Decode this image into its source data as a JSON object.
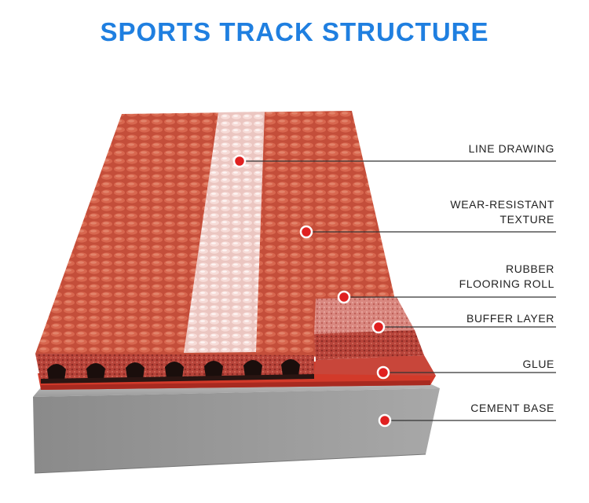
{
  "title": "SPORTS TRACK STRUCTURE",
  "labels": [
    {
      "lines": [
        "LINE DRAWING"
      ]
    },
    {
      "lines": [
        "WEAR-RESISTANT",
        "TEXTURE"
      ]
    },
    {
      "lines": [
        "RUBBER",
        "FLOORING ROLL"
      ]
    },
    {
      "lines": [
        "BUFFER LAYER"
      ]
    },
    {
      "lines": [
        "GLUE"
      ]
    },
    {
      "lines": [
        "CEMENT BASE"
      ]
    }
  ],
  "colors": {
    "title": "#1f7fe0",
    "track": "#c8503c",
    "lane_line": "#f0d2cf",
    "glue": "#d23a2a",
    "cement": "#9a9a9a",
    "marker": "#e02020"
  }
}
